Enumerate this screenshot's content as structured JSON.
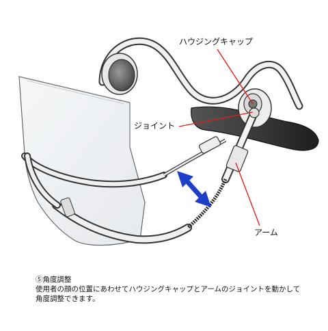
{
  "diagram": {
    "labels": {
      "housing_cap": "ハウジングキャップ",
      "joint": "ジョイント",
      "arm": "アーム"
    },
    "colors": {
      "callout_line": "#e0201a",
      "adjust_arrow": "#1e3fc8",
      "outline": "#333333",
      "dark_band": "#2a2a2a"
    },
    "icons": [
      "double-headed-arrow-icon"
    ]
  },
  "caption": {
    "heading": "⑤角度調整",
    "line1": "使用者の顔の位置にあわせてハウジングキャップとアームのジョイントを動かして",
    "line2": "角度調整できます。"
  }
}
